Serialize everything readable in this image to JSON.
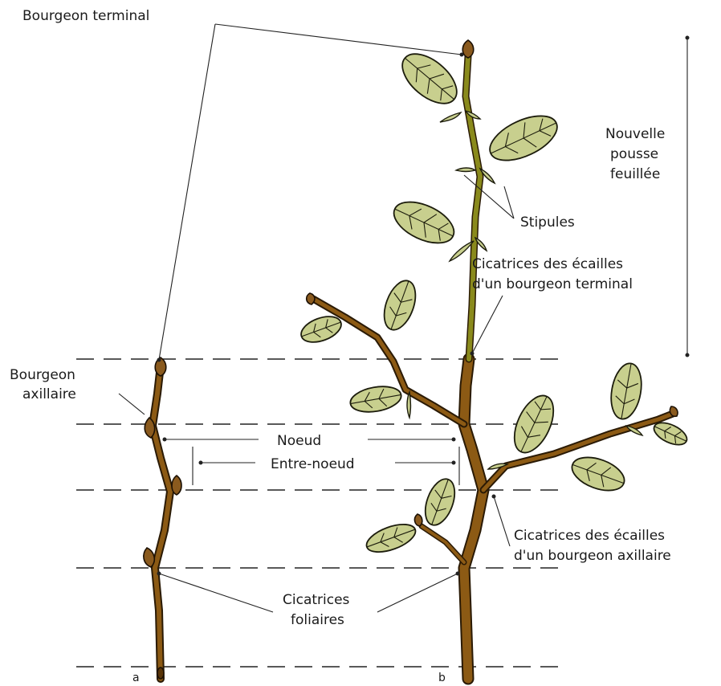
{
  "labels": {
    "terminal_bud": "Bourgeon terminal",
    "axillary_bud_1": "Bourgeon",
    "axillary_bud_2": "axillaire",
    "new_shoot_1": "Nouvelle",
    "new_shoot_2": "pousse",
    "new_shoot_3": "feuillée",
    "stipules": "Stipules",
    "terminal_scars_1": "Cicatrices des écailles",
    "terminal_scars_2": "d'un bourgeon terminal",
    "node": "Noeud",
    "internode": "Entre-noeud",
    "axillary_scars_1": "Cicatrices des écailles",
    "axillary_scars_2": "d'un bourgeon axillaire",
    "leaf_scars_1": "Cicatrices",
    "leaf_scars_2": "foliaires",
    "panel_a": "a",
    "panel_b": "b"
  },
  "colors": {
    "stem": "#8c5a14",
    "stem_outline": "#2a1a05",
    "leaf": "#c8cf8e",
    "line": "#222222",
    "stem_young": "#8a8a1c"
  }
}
